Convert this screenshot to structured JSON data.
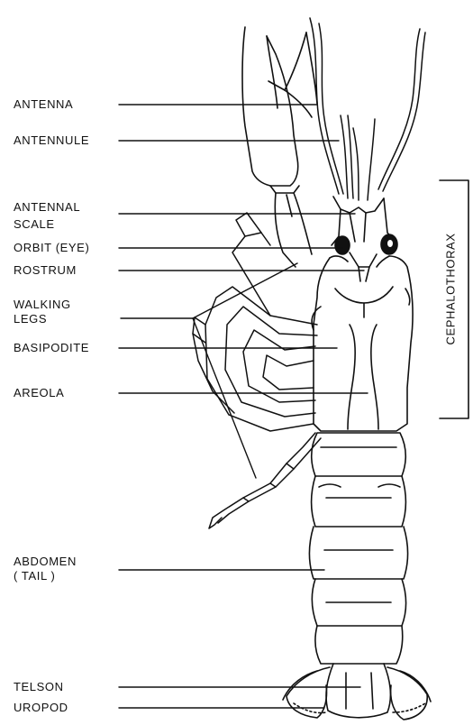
{
  "labels": {
    "antenna": "ANTENNA",
    "antennule": "ANTENNULE",
    "antennal_scale_1": "ANTENNAL",
    "antennal_scale_2": "SCALE",
    "orbit": "ORBIT (EYE)",
    "rostrum": "ROSTRUM",
    "walking_legs_1": "WALKING",
    "walking_legs_2": "LEGS",
    "basipodite": "BASIPODITE",
    "areola": "AREOLA",
    "abdomen_1": "ABDOMEN",
    "abdomen_2": "( TAIL )",
    "telson": "TELSON",
    "uropod": "UROPOD",
    "cephalothorax": "CEPHALOTHORAX"
  }
}
